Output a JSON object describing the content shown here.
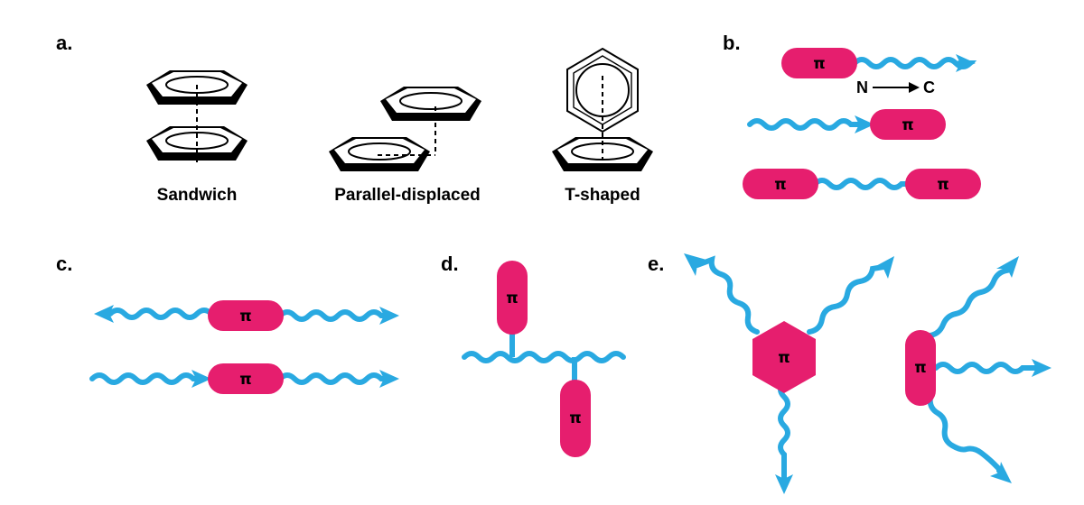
{
  "panels": {
    "a": {
      "label": "a.",
      "captions": [
        "Sandwich",
        "Parallel-displaced",
        "T-shaped"
      ]
    },
    "b": {
      "label": "b.",
      "direction": {
        "from": "N",
        "to": "C"
      }
    },
    "c": {
      "label": "c."
    },
    "d": {
      "label": "d."
    },
    "e": {
      "label": "e."
    }
  },
  "pi_symbol": "π",
  "colors": {
    "pi_block": "#e61e6e",
    "peptide_chain": "#29a9e1",
    "ring_line": "#000000"
  },
  "icons": [
    "benzene-ring-icon",
    "pi-block-icon",
    "wavy-chain-icon",
    "arrow-icon"
  ]
}
